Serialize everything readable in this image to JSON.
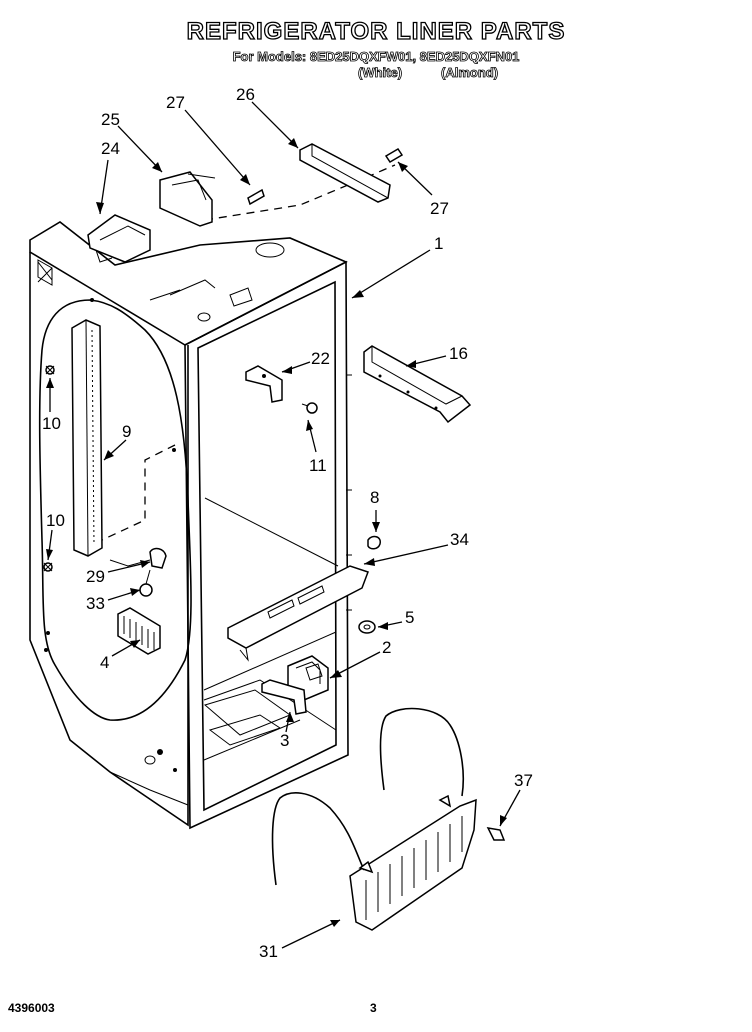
{
  "header": {
    "title": "REFRIGERATOR LINER PARTS",
    "models_line": "For Models: 8ED25DQXFW01, 8ED25DQXFN01",
    "variant_white": "(White)",
    "variant_almond": "(Almond)"
  },
  "footer": {
    "part_number": "4396003",
    "page_number": "3"
  },
  "callouts": [
    {
      "id": "c27a",
      "label": "27"
    },
    {
      "id": "c26",
      "label": "26"
    },
    {
      "id": "c25",
      "label": "25"
    },
    {
      "id": "c24",
      "label": "24"
    },
    {
      "id": "c27b",
      "label": "27"
    },
    {
      "id": "c1",
      "label": "1"
    },
    {
      "id": "c22",
      "label": "22"
    },
    {
      "id": "c16",
      "label": "16"
    },
    {
      "id": "c10a",
      "label": "10"
    },
    {
      "id": "c9",
      "label": "9"
    },
    {
      "id": "c11",
      "label": "11"
    },
    {
      "id": "c8",
      "label": "8"
    },
    {
      "id": "c10b",
      "label": "10"
    },
    {
      "id": "c34",
      "label": "34"
    },
    {
      "id": "c29",
      "label": "29"
    },
    {
      "id": "c33",
      "label": "33"
    },
    {
      "id": "c5",
      "label": "5"
    },
    {
      "id": "c2",
      "label": "2"
    },
    {
      "id": "c4",
      "label": "4"
    },
    {
      "id": "c3",
      "label": "3"
    },
    {
      "id": "c37",
      "label": "37"
    },
    {
      "id": "c31",
      "label": "31"
    }
  ]
}
